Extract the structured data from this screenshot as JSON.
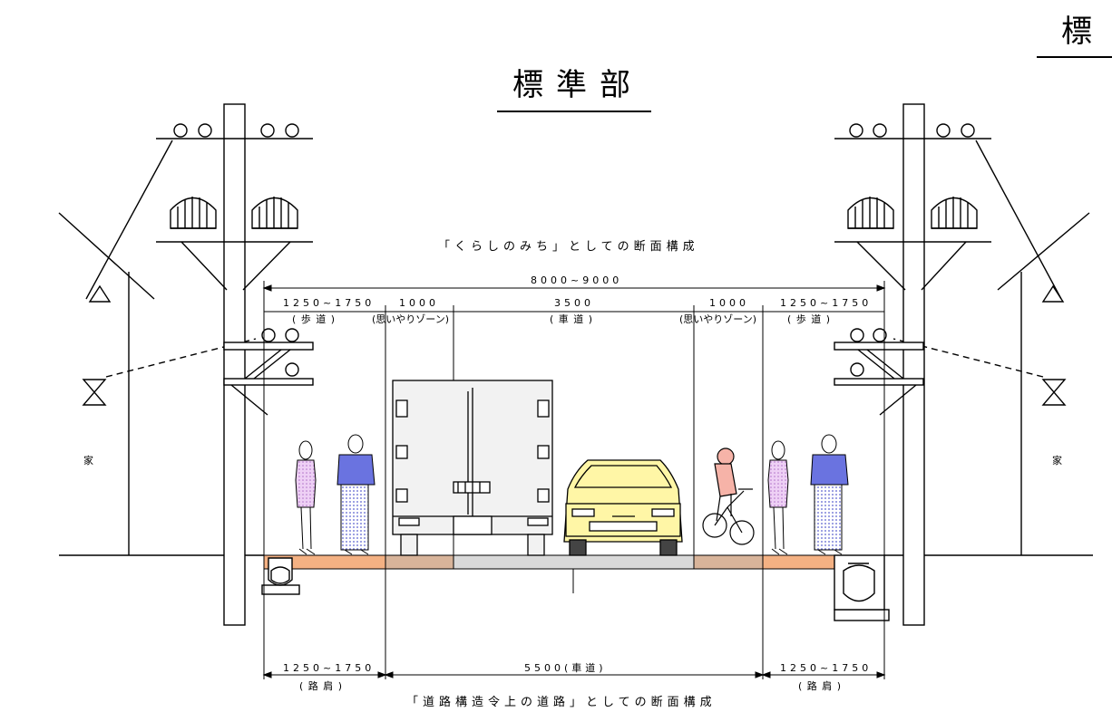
{
  "title": "標準部",
  "corner_title": "標 準",
  "upper_caption": "「くらしのみち」としての断面構成",
  "lower_caption": "「道路構造令上の道路」としての断面構成",
  "total_width": "8000~9000",
  "upper_segments": [
    {
      "value": "1250~1750",
      "label": "( 歩 道 )"
    },
    {
      "value": "1000",
      "label": "(思いやりゾーン)"
    },
    {
      "value": "3500",
      "label": "( 車 道 )"
    },
    {
      "value": "1000",
      "label": "(思いやりゾーン)"
    },
    {
      "value": "1250~1750",
      "label": "( 歩 道 )"
    }
  ],
  "lower_segments": [
    {
      "value": "1250~1750",
      "label": "( 路 肩 )"
    },
    {
      "value": "5500(車道)",
      "label": ""
    },
    {
      "value": "1250~1750",
      "label": "( 路 肩 )"
    }
  ],
  "house_label": "家",
  "colors": {
    "sidewalk": "#f4b183",
    "buffer_zone": "#d8b49a",
    "carriageway": "#d9d9d9",
    "truck": "#f2f2f2",
    "car": "#fff6a6",
    "pedestrian_woman": "#d9a6e8",
    "pedestrian_man": "#6a73e0",
    "cyclist": "#f6b3a8"
  }
}
